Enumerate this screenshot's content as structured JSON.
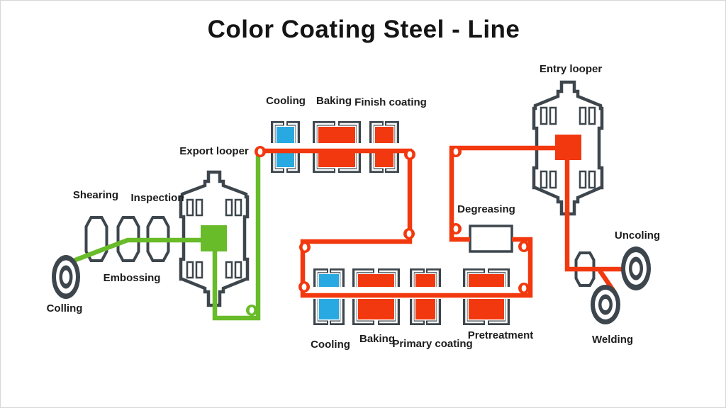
{
  "title": "Color Coating Steel - Line",
  "colors": {
    "red": "#f2380e",
    "green": "#68bb29",
    "blue": "#29a9e1",
    "dark": "#3d464d",
    "text": "#1c1c1c",
    "bg": "#ffffff"
  },
  "labels": {
    "colling": "Colling",
    "shearing": "Shearing",
    "embossing": "Embossing",
    "inspection": "Inspection",
    "export_looper": "Export looper",
    "cooling_top": "Cooling",
    "baking_top": "Baking",
    "finish_coating": "Finish coating",
    "entry_looper": "Entry looper",
    "degreasing": "Degreasing",
    "cooling_bottom": "Cooling",
    "baking_bottom": "Baking",
    "primary_coating": "Primary coating",
    "pretreatment": "Pretreatment",
    "uncoling": "Uncoling",
    "welding": "Welding"
  }
}
